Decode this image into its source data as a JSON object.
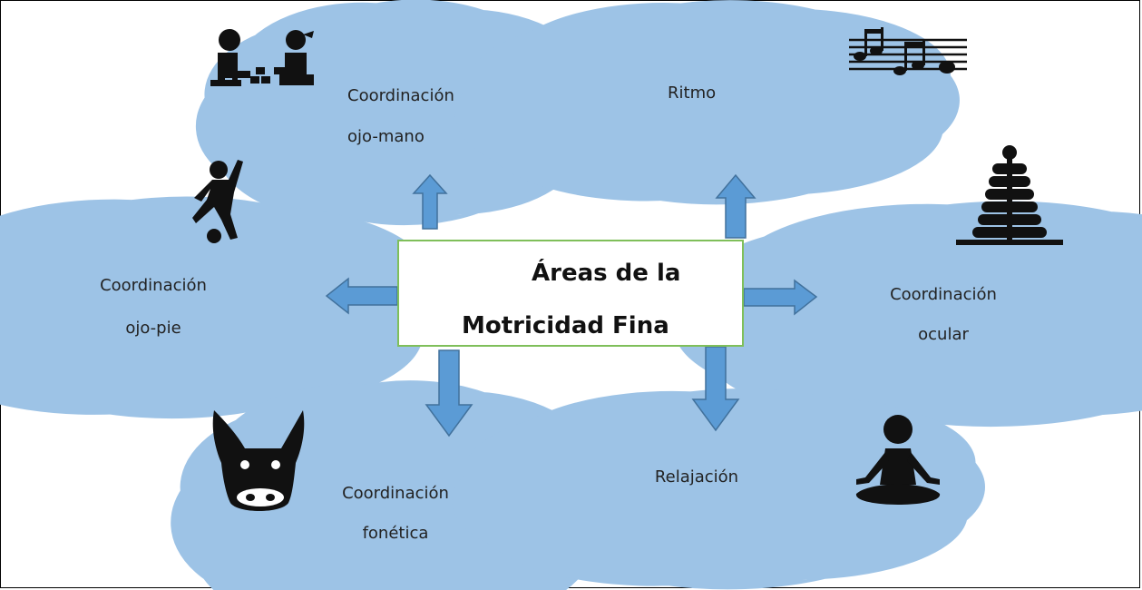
{
  "central": {
    "line1": "Áreas de la",
    "line2": "Motricidad Fina"
  },
  "areas": [
    {
      "line1": "Coordinación",
      "line2": "ojo-mano",
      "icon": "children-playing-blocks-icon"
    },
    {
      "line1": "Ritmo",
      "line2": "",
      "icon": "music-notes-icon"
    },
    {
      "line1": "Coordinación",
      "line2": "ojo-pie",
      "icon": "soccer-player-icon"
    },
    {
      "line1": "Coordinación",
      "line2": "ocular",
      "icon": "ring-stacking-tower-icon"
    },
    {
      "line1": "Coordinación",
      "line2": "fonética",
      "icon": "donkey-face-icon"
    },
    {
      "line1": "Relajación",
      "line2": "",
      "icon": "meditation-person-icon"
    }
  ],
  "colors": {
    "cloud_stroke": "#9dc3e6",
    "arrow_fill": "#5b9bd5",
    "arrow_stroke": "#41719c",
    "box_border": "#7fbf5a",
    "icon": "#111111"
  }
}
